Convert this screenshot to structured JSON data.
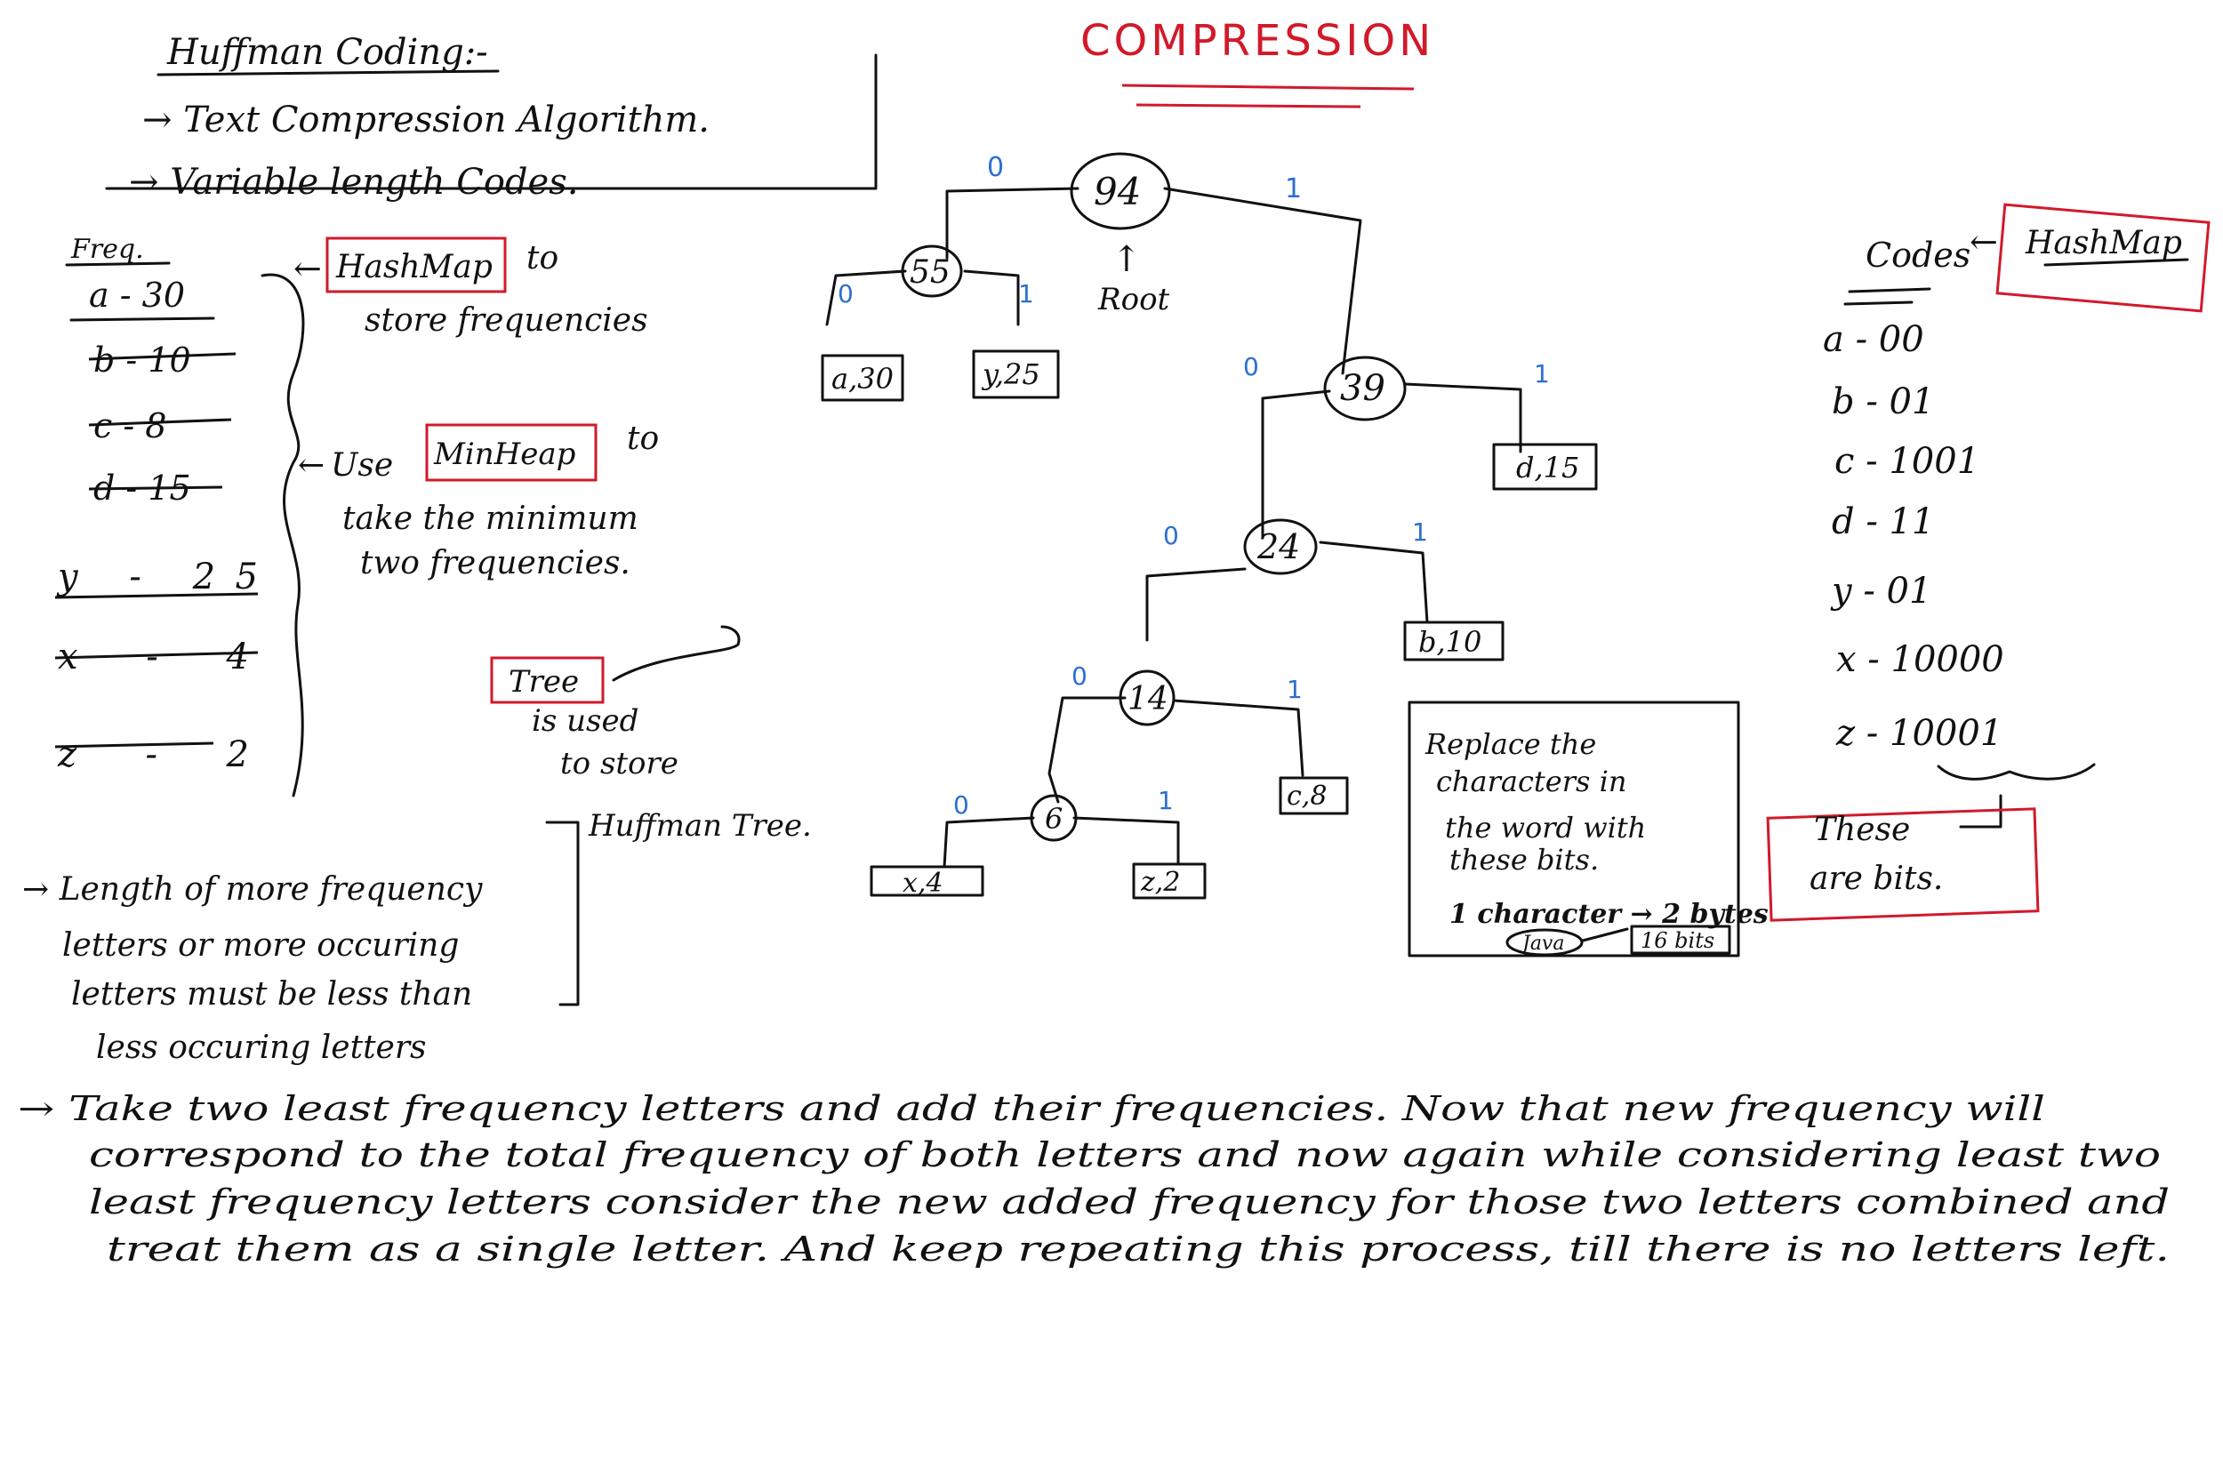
{
  "title": "COMPRESSION",
  "intro": {
    "heading": "Huffman Coding:-",
    "lines": [
      "→ Text Compression Algorithm.",
      "→ Variable length Codes."
    ]
  },
  "freq": {
    "header": "Freq.",
    "items": [
      "a - 30",
      "b - 10",
      "c - 8",
      "d - 15",
      "y - 25",
      "x - 4",
      "z - 2"
    ]
  },
  "notes": {
    "hashmap_label": "HashMap",
    "hashmap_text": "to",
    "hashmap_text2": "store frequencies",
    "arrow": "←",
    "use": "Use",
    "minheap_label": "MinHeap",
    "minheap_text": "to",
    "minheap_text2": "take the minimum",
    "minheap_text3": "two frequencies.",
    "tree_label": "Tree",
    "tree_text1": "is used",
    "tree_text2": "to store",
    "tree_text3": "Huffman Tree."
  },
  "length_note": [
    "→ Length of more frequency",
    "letters or more occuring",
    "letters must be less than",
    "less occuring letters"
  ],
  "bottom_note": [
    "→ Take two least frequency letters and add their frequencies. Now that new frequency will",
    "correspond to the total frequency of both letters and now again while considering least two",
    "least frequency letters consider the new added frequency for those two letters combined and",
    "treat them as a single letter. And keep repeating this process, till there is no letters left."
  ],
  "tree": {
    "root_label": "Root",
    "root_arrow": "↑",
    "nodes": [
      "94",
      "55",
      "39",
      "24",
      "14",
      "6"
    ],
    "leaves": [
      "a,30",
      "y,25",
      "d,15",
      "b,10",
      "c,8",
      "x,4",
      "z,2"
    ],
    "edge_zero": "0",
    "edge_one": "1"
  },
  "replace_box": {
    "lines": [
      "Replace the",
      "characters in",
      "the word with",
      "these bits."
    ],
    "char_line": "1 character → 2 bytes",
    "java": "Java",
    "bits": "16 bits"
  },
  "codes": {
    "header": "Codes",
    "arrow": "←",
    "hashmap_label": "HashMap",
    "items": [
      "a - 00",
      "b - 01",
      "c - 1001",
      "d - 11",
      "y - 01",
      "x - 10000",
      "z - 10001"
    ],
    "bits_note": [
      "These",
      "are bits."
    ]
  }
}
